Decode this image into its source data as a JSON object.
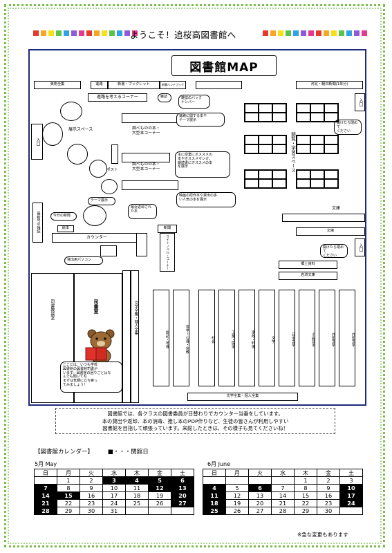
{
  "header": {
    "title": "ようこそ！追桜高図書館へ"
  },
  "map": {
    "title": "図書館MAP",
    "labels": {
      "art": "美術全集",
      "career": "進路",
      "newbook": "新書・ブックレット",
      "careercorner": "進路を考えるコーナー",
      "magazine": "雑誌",
      "magazine_back": "雑誌のバック\nナンバー",
      "newspaper": "河北・朝日新聞(1年分)",
      "entrance1": "入口",
      "entrance2": "入口",
      "entrance3": "入口",
      "please_close": "開けたら閉めて\nください",
      "exhibit": "展示スペース",
      "career_exhibit": "進路に関する本や\nテーマ展示",
      "ref1": "調べものの本・\n大型本コーナー",
      "ref2": "調べものの本・\n大型本コーナー",
      "return_post": "返却ポスト",
      "recommend": "主に授業にオススメの\n本やオススメマンガ、\n朝読書にオススメの本\nを展示",
      "reading": "閲覧・学習スペース",
      "theme": "テーマ展示",
      "movie": "映画の原作本や貸出の多\nい人気の本を展示",
      "bunko1": "文庫",
      "bunko2": "文庫",
      "newspaper_box": "最新号の雑誌",
      "today_news": "今日の新聞",
      "new_arrival": "最近返却され\nた本",
      "picturebook": "絵本",
      "counter": "カウンター",
      "pc": "貸出用パソコン",
      "shinkan": "新聞",
      "light": "ライトノベル・コーナー",
      "local": "郷土資料",
      "iwanami": "岩渕文庫",
      "please_close2": "開けたら閉めて\nください",
      "librarian_room": "司書室",
      "librarian_desk": "司書教諭室",
      "lit_shelf": "文学全集・個人全集",
      "bottom_shelf": "文学全集・個人全集",
      "bear_msg": "ここには、いつも学校\n図書館の図書館司書が\nいます。図書館の困りごとはな\nんでも聞いてね\nまずは気軽に立ち寄っ\nてみましょう！",
      "shelf_cols": [
        "総記・地理",
        "哲学・心理・宗教",
        "社会",
        "工業・医学",
        "家政・料理",
        "文学",
        "日本文学",
        "小説日本",
        "外国文学",
        "外国文学"
      ]
    }
  },
  "info": {
    "line1": "図書館では、各クラスの図書委員が日替わりでカウンター当番をしています。",
    "line2": "本の貸出や返却、本の消毒、推し本のPOP作りなど、生徒の皆さんが利用しやすい",
    "line3": "図書館を目指して頑張っています。来館したときは、その様子も見てくださいね！"
  },
  "calendar": {
    "title": "【図書館カレンダー】",
    "legend": "■・・・閉館日",
    "may_label": "5月 May",
    "june_label": "6月 June",
    "weekdays": [
      "日",
      "月",
      "火",
      "水",
      "木",
      "金",
      "土"
    ],
    "may": [
      [
        [
          "",
          0
        ],
        [
          "1",
          0
        ],
        [
          "2",
          0
        ],
        [
          "3",
          1
        ],
        [
          "4",
          1
        ],
        [
          "5",
          1
        ],
        [
          "6",
          1
        ]
      ],
      [
        [
          "7",
          1
        ],
        [
          "8",
          0
        ],
        [
          "9",
          0
        ],
        [
          "10",
          0
        ],
        [
          "11",
          0
        ],
        [
          "12",
          1
        ],
        [
          "13",
          1
        ]
      ],
      [
        [
          "14",
          1
        ],
        [
          "15",
          1
        ],
        [
          "16",
          0
        ],
        [
          "17",
          0
        ],
        [
          "18",
          0
        ],
        [
          "19",
          0
        ],
        [
          "20",
          1
        ]
      ],
      [
        [
          "21",
          1
        ],
        [
          "22",
          0
        ],
        [
          "23",
          0
        ],
        [
          "24",
          0
        ],
        [
          "25",
          0
        ],
        [
          "26",
          0
        ],
        [
          "27",
          1
        ]
      ],
      [
        [
          "28",
          1
        ],
        [
          "29",
          0
        ],
        [
          "30",
          0
        ],
        [
          "31",
          0
        ],
        [
          "",
          0
        ],
        [
          "",
          0
        ],
        [
          "",
          0
        ]
      ]
    ],
    "june": [
      [
        [
          "",
          0
        ],
        [
          "",
          0
        ],
        [
          "",
          0
        ],
        [
          "",
          0
        ],
        [
          "1",
          0
        ],
        [
          "2",
          0
        ],
        [
          "3",
          0
        ]
      ],
      [
        [
          "4",
          1
        ],
        [
          "5",
          0
        ],
        [
          "6",
          1
        ],
        [
          "7",
          0
        ],
        [
          "8",
          0
        ],
        [
          "9",
          0
        ],
        [
          "10",
          1
        ]
      ],
      [
        [
          "11",
          1
        ],
        [
          "12",
          0
        ],
        [
          "13",
          0
        ],
        [
          "14",
          0
        ],
        [
          "15",
          0
        ],
        [
          "16",
          0
        ],
        [
          "17",
          1
        ]
      ],
      [
        [
          "18",
          1
        ],
        [
          "19",
          0
        ],
        [
          "20",
          0
        ],
        [
          "21",
          0
        ],
        [
          "22",
          0
        ],
        [
          "23",
          0
        ],
        [
          "24",
          1
        ]
      ],
      [
        [
          "25",
          1
        ],
        [
          "26",
          0
        ],
        [
          "27",
          0
        ],
        [
          "28",
          0
        ],
        [
          "29",
          0
        ],
        [
          "30",
          0
        ],
        [
          "",
          0
        ]
      ]
    ],
    "note": "※急な変更もあります"
  },
  "colors": {
    "border_green": "#7bbf4a",
    "map_border": "#1d2a7a",
    "closed": "#000000"
  }
}
